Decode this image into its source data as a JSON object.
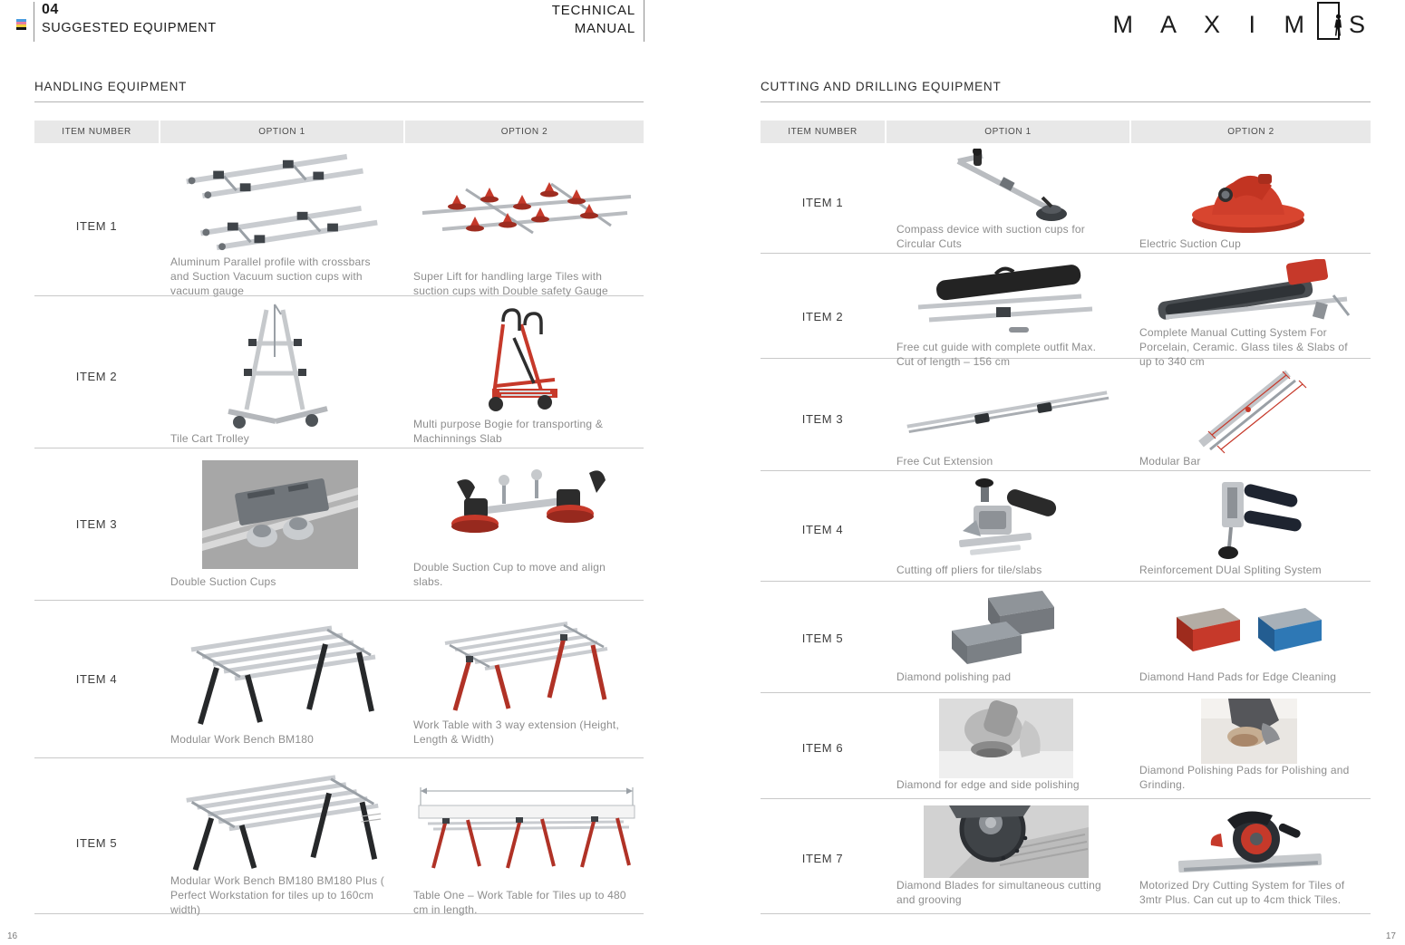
{
  "page": {
    "chapter_number": "04",
    "chapter_title": "SUGGESTED EQUIPMENT",
    "doc_title_line1": "TECHNICAL",
    "doc_title_line2": "MANUAL",
    "logo_text_left": "M A X I M",
    "logo_text_right": "S",
    "page_number_left": "16",
    "page_number_right": "17"
  },
  "colors": {
    "accent_red": "#c6392a",
    "accent_blue": "#2e78b5",
    "header_cell_bg": "#e8e8e8",
    "rule_gray": "#c9c9c9",
    "caption_gray": "#8d8d8d"
  },
  "tables": {
    "headers": [
      "ITEM NUMBER",
      "OPTION 1",
      "OPTION 2"
    ],
    "left": {
      "title": "HANDLING EQUIPMENT",
      "rows": [
        {
          "item": "ITEM 1",
          "option1": "Aluminum Parallel profile with crossbars and Suction Vacuum suction cups with vacuum gauge",
          "option2": "Super Lift for handling large Tiles with suction cups with Double safety Gauge"
        },
        {
          "item": "ITEM 2",
          "option1": "Tile Cart Trolley",
          "option2": "Multi purpose Bogie for transporting & Machinnings Slab"
        },
        {
          "item": "ITEM 3",
          "option1": "Double Suction Cups",
          "option2": "Double Suction Cup to move and align slabs."
        },
        {
          "item": "ITEM 4",
          "option1": "Modular Work Bench BM180",
          "option2": "Work Table with 3 way extension (Height, Length & Width)"
        },
        {
          "item": "ITEM 5",
          "option1": "Modular Work Bench BM180 BM180 Plus ( Perfect Workstation for tiles up to 160cm width)",
          "option2": "Table One – Work Table for Tiles up to 480 cm in length."
        }
      ]
    },
    "right": {
      "title": "CUTTING AND DRILLING EQUIPMENT",
      "rows": [
        {
          "item": "ITEM 1",
          "option1": "Compass device with suction cups for Circular Cuts",
          "option2": "Electric Suction Cup"
        },
        {
          "item": "ITEM 2",
          "option1": "Free cut guide with complete outfit Max. Cut of length – 156 cm",
          "option2": "Complete Manual Cutting System For Porcelain, Ceramic. Glass tiles & Slabs of up to 340 cm"
        },
        {
          "item": "ITEM 3",
          "option1": "Free Cut Extension",
          "option2": "Modular Bar"
        },
        {
          "item": "ITEM 4",
          "option1": "Cutting off pliers for tile/slabs",
          "option2": "Reinforcement DUal Spliting System"
        },
        {
          "item": "ITEM 5",
          "option1": "Diamond polishing pad",
          "option2": "Diamond Hand Pads for Edge Cleaning"
        },
        {
          "item": "ITEM 6",
          "option1": "Diamond for edge and side polishing",
          "option2": "Diamond Polishing Pads for Polishing and Grinding."
        },
        {
          "item": "ITEM 7",
          "option1": "Diamond Blades for simultaneous cutting and grooving",
          "option2": "Motorized Dry Cutting System for Tiles of 3mtr Plus. Can cut up to 4cm thick Tiles."
        }
      ]
    }
  }
}
